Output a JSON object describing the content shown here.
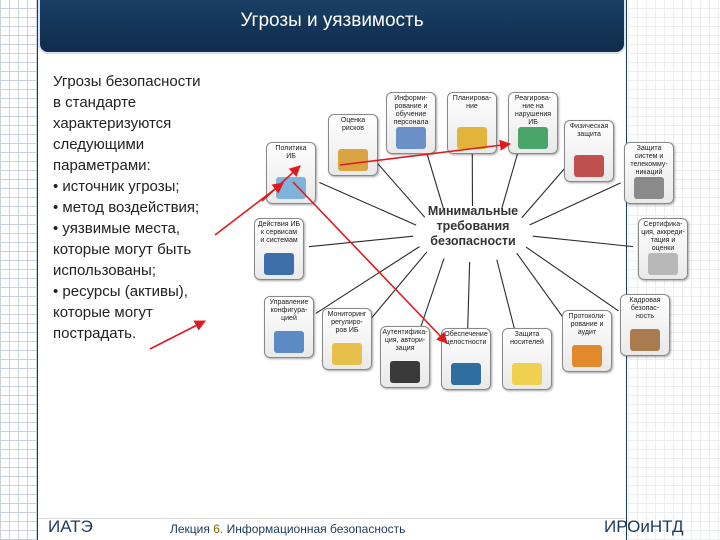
{
  "slide": {
    "title": "Угрозы и уязвимость",
    "body": "Угрозы безопасности\nв стандарте\nхарактеризуются\nследующими\nпараметрами:\n• источник угрозы;\n• метод воздействия;\n• уязвимые места,\nкоторые могут быть\nиспользованы;\n• ресурсы (активы),\nкоторые могут\nпострадать."
  },
  "diagram": {
    "center": "Минимальные\nтребования\nбезопасности",
    "nodes": [
      "Информи-\nрование и\nобучение\nперсонала",
      "Планирова-\nние",
      "Реагирова-\nние на\nнарушения\nИБ",
      "Оценка\nрисков",
      "Физическая\nзащита",
      "Политика\nИБ",
      "Защита\nсистем и\nтелекомму-\nникаций",
      "Действия ИБ\nк сервисам\nи системам",
      "Сертифика-\nция, аккреди-\nтация и\nоценки\nИБ",
      "Управление\nконфигура-\nцией",
      "Мониторинг\nрегулиро-\nров ИБ",
      "Аутентифика-\nция, автори-\nзация",
      "Обеспечение\nцелостности",
      "Защита\nносителей",
      "Протоколи-\nрование и\nаудит",
      "Кадровая\nбезопас-\nность"
    ],
    "colors": {
      "arrow": "#e0191e",
      "spoke": "#2a2a2a"
    }
  },
  "footer": {
    "left": "ИАТЭ",
    "lecture_prefix": "Лекция",
    "lecture_number": "6.",
    "lecture_title": "Информационная безопасность",
    "right": "ИРОиНТД"
  }
}
